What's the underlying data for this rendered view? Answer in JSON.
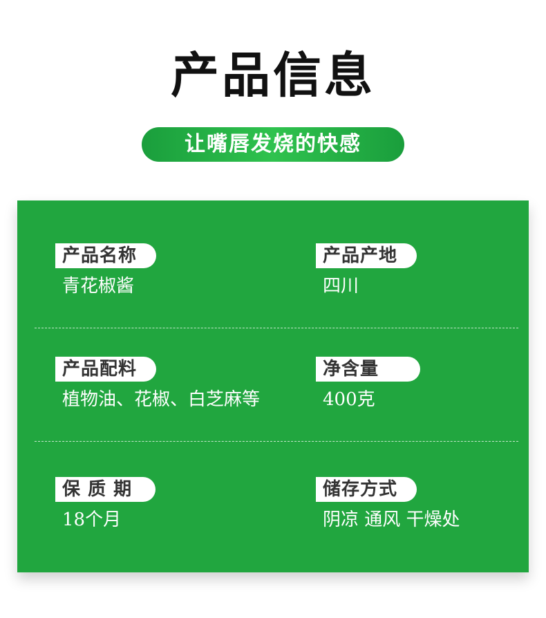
{
  "title": "产品信息",
  "subtitle": "让嘴唇发烧的快感",
  "info": [
    {
      "label": "产品名称",
      "value": "青花椒酱"
    },
    {
      "label": "产品产地",
      "value": "四川"
    },
    {
      "label": "产品配料",
      "value": "植物油、花椒、白芝麻等"
    },
    {
      "label": "净含量",
      "value": "400克"
    },
    {
      "label": "保 质 期",
      "value": "18个月"
    },
    {
      "label": "储存方式",
      "value": "阴凉 通风 干燥处"
    }
  ],
  "colors": {
    "panel": "#21a63f",
    "accent": "#2fc24e",
    "label_bg": "#ffffff",
    "text_dark": "#111111"
  }
}
